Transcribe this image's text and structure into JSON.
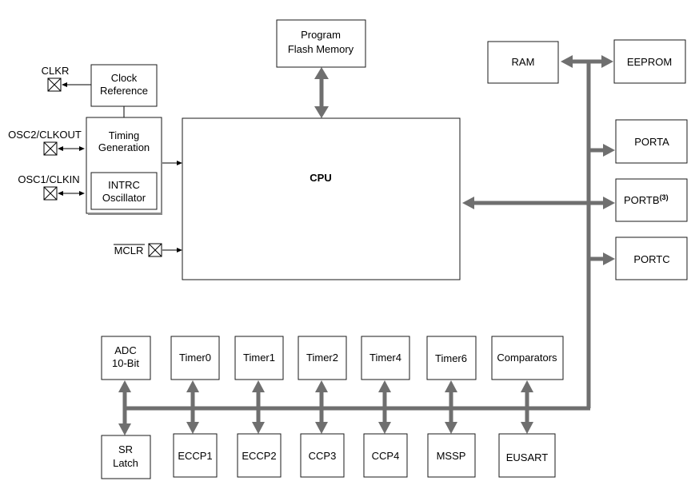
{
  "colors": {
    "bus": "#6f6f6f",
    "stroke": "#1a1a1a",
    "background": "#ffffff"
  },
  "blocks": {
    "program_flash": [
      "Program",
      "Flash Memory"
    ],
    "clock_reference": [
      "Clock",
      "Reference"
    ],
    "timing_generation": [
      "Timing",
      "Generation"
    ],
    "intrc_oscillator": [
      "INTRC",
      "Oscillator"
    ],
    "cpu": "CPU",
    "ram": "RAM",
    "eeprom": "EEPROM",
    "porta": "PORTA",
    "portb": "PORTB",
    "portb_note": "(3)",
    "portc": "PORTC",
    "adc": [
      "ADC",
      "10-Bit"
    ],
    "timer0": "Timer0",
    "timer1": "Timer1",
    "timer2": "Timer2",
    "timer4": "Timer4",
    "timer6": "Timer6",
    "comparators": "Comparators",
    "sr_latch": [
      "SR",
      "Latch"
    ],
    "eccp1": "ECCP1",
    "eccp2": "ECCP2",
    "ccp3": "CCP3",
    "ccp4": "CCP4",
    "mssp": "MSSP",
    "eusart": "EUSART"
  },
  "pins": {
    "clkr": "CLKR",
    "osc2": "OSC2/CLKOUT",
    "osc1": "OSC1/CLKIN",
    "mclr": "MCLR"
  }
}
